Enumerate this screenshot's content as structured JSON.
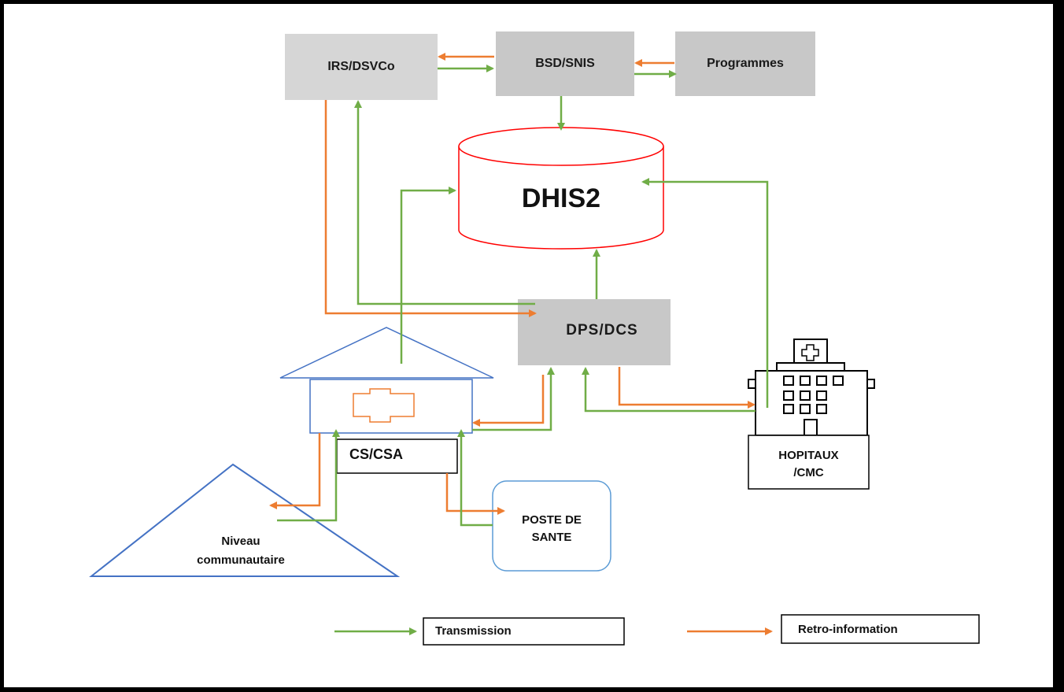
{
  "nodes": {
    "irs": "IRS/DSVCo",
    "bsd": "BSD/SNIS",
    "programmes": "Programmes",
    "dhis2": "DHIS2",
    "dps": "DPS/DCS",
    "cs": "CS/CSA",
    "hopitaux_line1": "HOPITAUX",
    "hopitaux_line2": "/CMC",
    "poste_line1": "POSTE DE",
    "poste_line2": "SANTE",
    "niveau_line1": "Niveau",
    "niveau_line2": "communautaire"
  },
  "legend": {
    "transmission": "Transmission",
    "retro": "Retro-information"
  },
  "colors": {
    "transmission": "#70ad47",
    "retro": "#ed7d31",
    "dhis2_outline": "#ff0000",
    "building_outline": "#4472c4",
    "box_fill": "#c9c9c9"
  }
}
